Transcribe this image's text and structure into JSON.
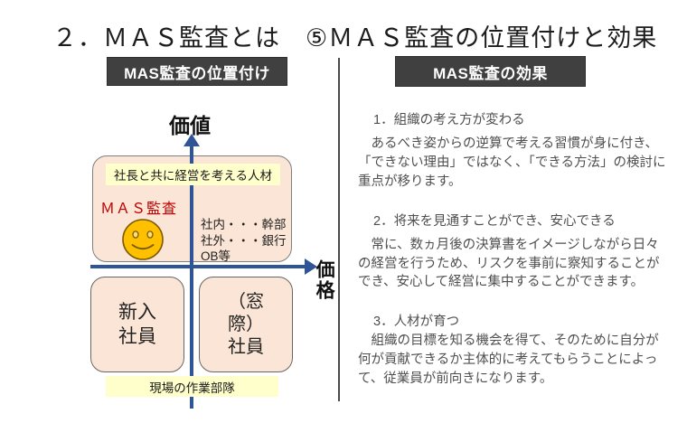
{
  "title": "２．ＭＡＳ監査とは　⑤ＭＡＳ監査の位置付けと効果",
  "left_panel": {
    "header": "MAS監査の位置付け",
    "axis": {
      "y_label": "価値",
      "x_label": "価格"
    },
    "top_quadrant_box": {
      "banner": "社長と共に経営を考える人材",
      "mas_label": "ＭＡＳ監査",
      "smiley_icon": "smiley-face",
      "note": "社内・・・幹部\n社外・・・銀行\nOB等"
    },
    "bottom_left_box": "新入\n社員",
    "bottom_right_box": "（窓\n際）\n社員",
    "bottom_banner": "現場の作業部隊"
  },
  "right_panel": {
    "header": "MAS監査の効果",
    "sections": [
      {
        "heading": "1．組織の考え方が変わる",
        "body": "　あるべき姿からの逆算で考える習慣が身に付き、「できない理由」ではなく、「できる方法」の検討に重点が移ります。"
      },
      {
        "heading": "2．将来を見通すことができ、安心できる",
        "body": "　常に、数ヵ月後の決算書をイメージしながら日々の経営を行うため、リスクを事前に察知することができ、安心して経営に集中することができます。"
      },
      {
        "heading": "3．人材が育つ",
        "body": "　組織の目標を知る機会を得て、そのために自分が何が貢献できるか主体的に考えてもらうことによって、従業員が前向きになります。"
      }
    ]
  },
  "colors": {
    "header_bg": "#404040",
    "axis_blue": "#2F5597",
    "quadrant_fill": "#FBE5D6",
    "quadrant_border": "#7F7F7F",
    "highlight_yellow": "#FFFFCC",
    "mas_red": "#C00000",
    "smiley_gold": "#FFC000",
    "body_text": "#4F4F4F"
  }
}
